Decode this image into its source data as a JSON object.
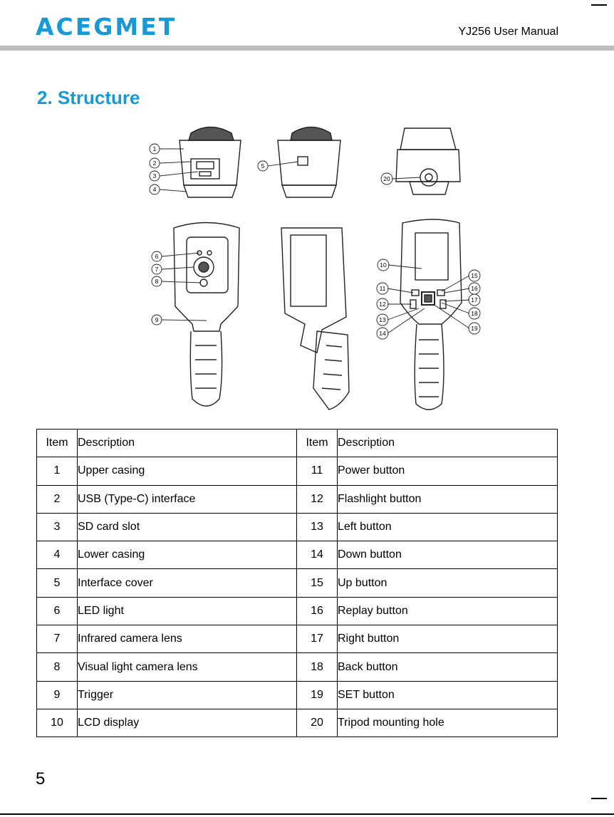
{
  "header": {
    "brand": "ACEGMET",
    "manual_title": "YJ256 User Manual"
  },
  "section_title": "2. Structure",
  "figure": {
    "callouts": [
      "1",
      "2",
      "3",
      "4",
      "5",
      "6",
      "7",
      "8",
      "9",
      "10",
      "11",
      "12",
      "13",
      "14",
      "15",
      "16",
      "17",
      "18",
      "19",
      "20"
    ]
  },
  "table": {
    "headers": [
      "Item",
      "Description",
      "Item",
      "Description"
    ],
    "rows": [
      [
        "1",
        "Upper casing",
        "11",
        "Power button"
      ],
      [
        "2",
        "USB (Type-C) interface",
        "12",
        "Flashlight button"
      ],
      [
        "3",
        "SD card slot",
        "13",
        "Left button"
      ],
      [
        "4",
        "Lower casing",
        "14",
        "Down button"
      ],
      [
        "5",
        "Interface cover",
        "15",
        "Up button"
      ],
      [
        "6",
        "LED light",
        "16",
        "Replay button"
      ],
      [
        "7",
        "Infrared camera lens",
        "17",
        "Right button"
      ],
      [
        "8",
        "Visual light camera lens",
        "18",
        "Back button"
      ],
      [
        "9",
        "Trigger",
        "19",
        "SET button"
      ],
      [
        "10",
        "LCD display",
        "20",
        "Tripod mounting hole"
      ]
    ]
  },
  "page_number": "5"
}
